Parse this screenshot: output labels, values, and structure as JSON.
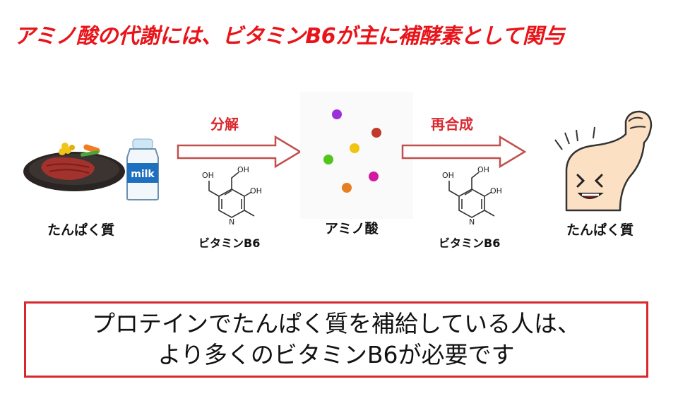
{
  "title": "アミノ酸の代謝には、ビタミンB6が主に補酵素として関与",
  "nodes": {
    "protein_left": "たんぱく質",
    "amino_acid": "アミノ酸",
    "protein_right": "たんぱく質"
  },
  "steps": {
    "decompose": "分解",
    "resynthesize": "再合成"
  },
  "vitamin_label_1": "ビタミンB6",
  "vitamin_label_2": "ビタミンB6",
  "molecule_labels": {
    "oh": "OH",
    "n": "N"
  },
  "milk_label": "milk",
  "message": {
    "line1": "プロテインでたんぱく質を補給している人は、",
    "line2": "より多くのビタミンB6が必要です"
  },
  "colors": {
    "title": "#e8141a",
    "arrow_stroke": "#c0504d",
    "box_border": "#d9272e",
    "amino_dots": [
      "#9b30d9",
      "#c0392b",
      "#f1c40f",
      "#52c41a",
      "#d21aa0",
      "#e67e22"
    ]
  }
}
